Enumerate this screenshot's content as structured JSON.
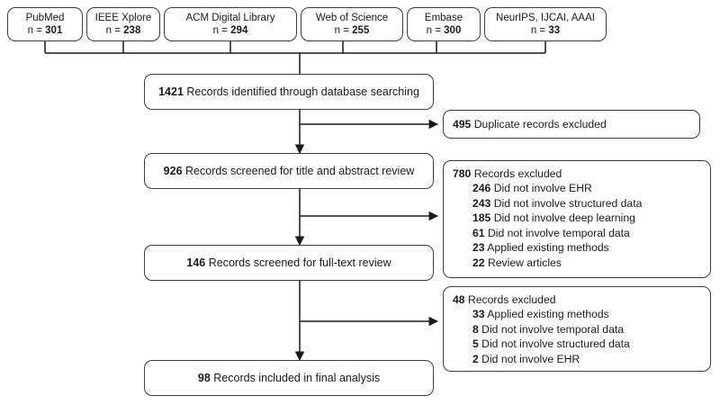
{
  "diagram": {
    "type": "prisma-flow-diagram",
    "sources": [
      {
        "name": "PubMed",
        "n_label": "n = ",
        "n": "301"
      },
      {
        "name": "IEEE Xplore",
        "n_label": "n = ",
        "n": "238"
      },
      {
        "name": "ACM Digital Library",
        "n_label": "n = ",
        "n": "294"
      },
      {
        "name": "Web of Science",
        "n_label": "n = ",
        "n": "255"
      },
      {
        "name": "Embase",
        "n_label": "n = ",
        "n": "300"
      },
      {
        "name": "NeurIPS, IJCAI, AAAI",
        "n_label": "n = ",
        "n": "33"
      }
    ],
    "flow": [
      {
        "count": "1421",
        "label": "Records identified through database searching"
      },
      {
        "count": "926",
        "label": "Records screened for title and abstract review"
      },
      {
        "count": "146",
        "label": "Records screened for full-text review"
      },
      {
        "count": "98",
        "label": "Records included in final analysis"
      }
    ],
    "exclusions": [
      {
        "count": "495",
        "label": "Duplicate records excluded",
        "reasons": []
      },
      {
        "count": "780",
        "label": "Records excluded",
        "reasons": [
          {
            "count": "246",
            "label": "Did not involve EHR"
          },
          {
            "count": "243",
            "label": "Did not involve structured data"
          },
          {
            "count": "185",
            "label": "Did not involve deep learning"
          },
          {
            "count": "61",
            "label": "Did not involve temporal data"
          },
          {
            "count": "23",
            "label": "Applied existing methods"
          },
          {
            "count": "22",
            "label": "Review articles"
          }
        ]
      },
      {
        "count": "48",
        "label": "Records excluded",
        "reasons": [
          {
            "count": "33",
            "label": "Applied existing methods"
          },
          {
            "count": "8",
            "label": "Did not involve temporal data"
          },
          {
            "count": "5",
            "label": "Did not involve structured data"
          },
          {
            "count": "2",
            "label": "Did not involve EHR"
          }
        ]
      }
    ],
    "colors": {
      "background": "#ffffff",
      "box_border": "#3c3c3c",
      "connector": "#1a1a1a",
      "text": "#1a1a1a"
    }
  }
}
